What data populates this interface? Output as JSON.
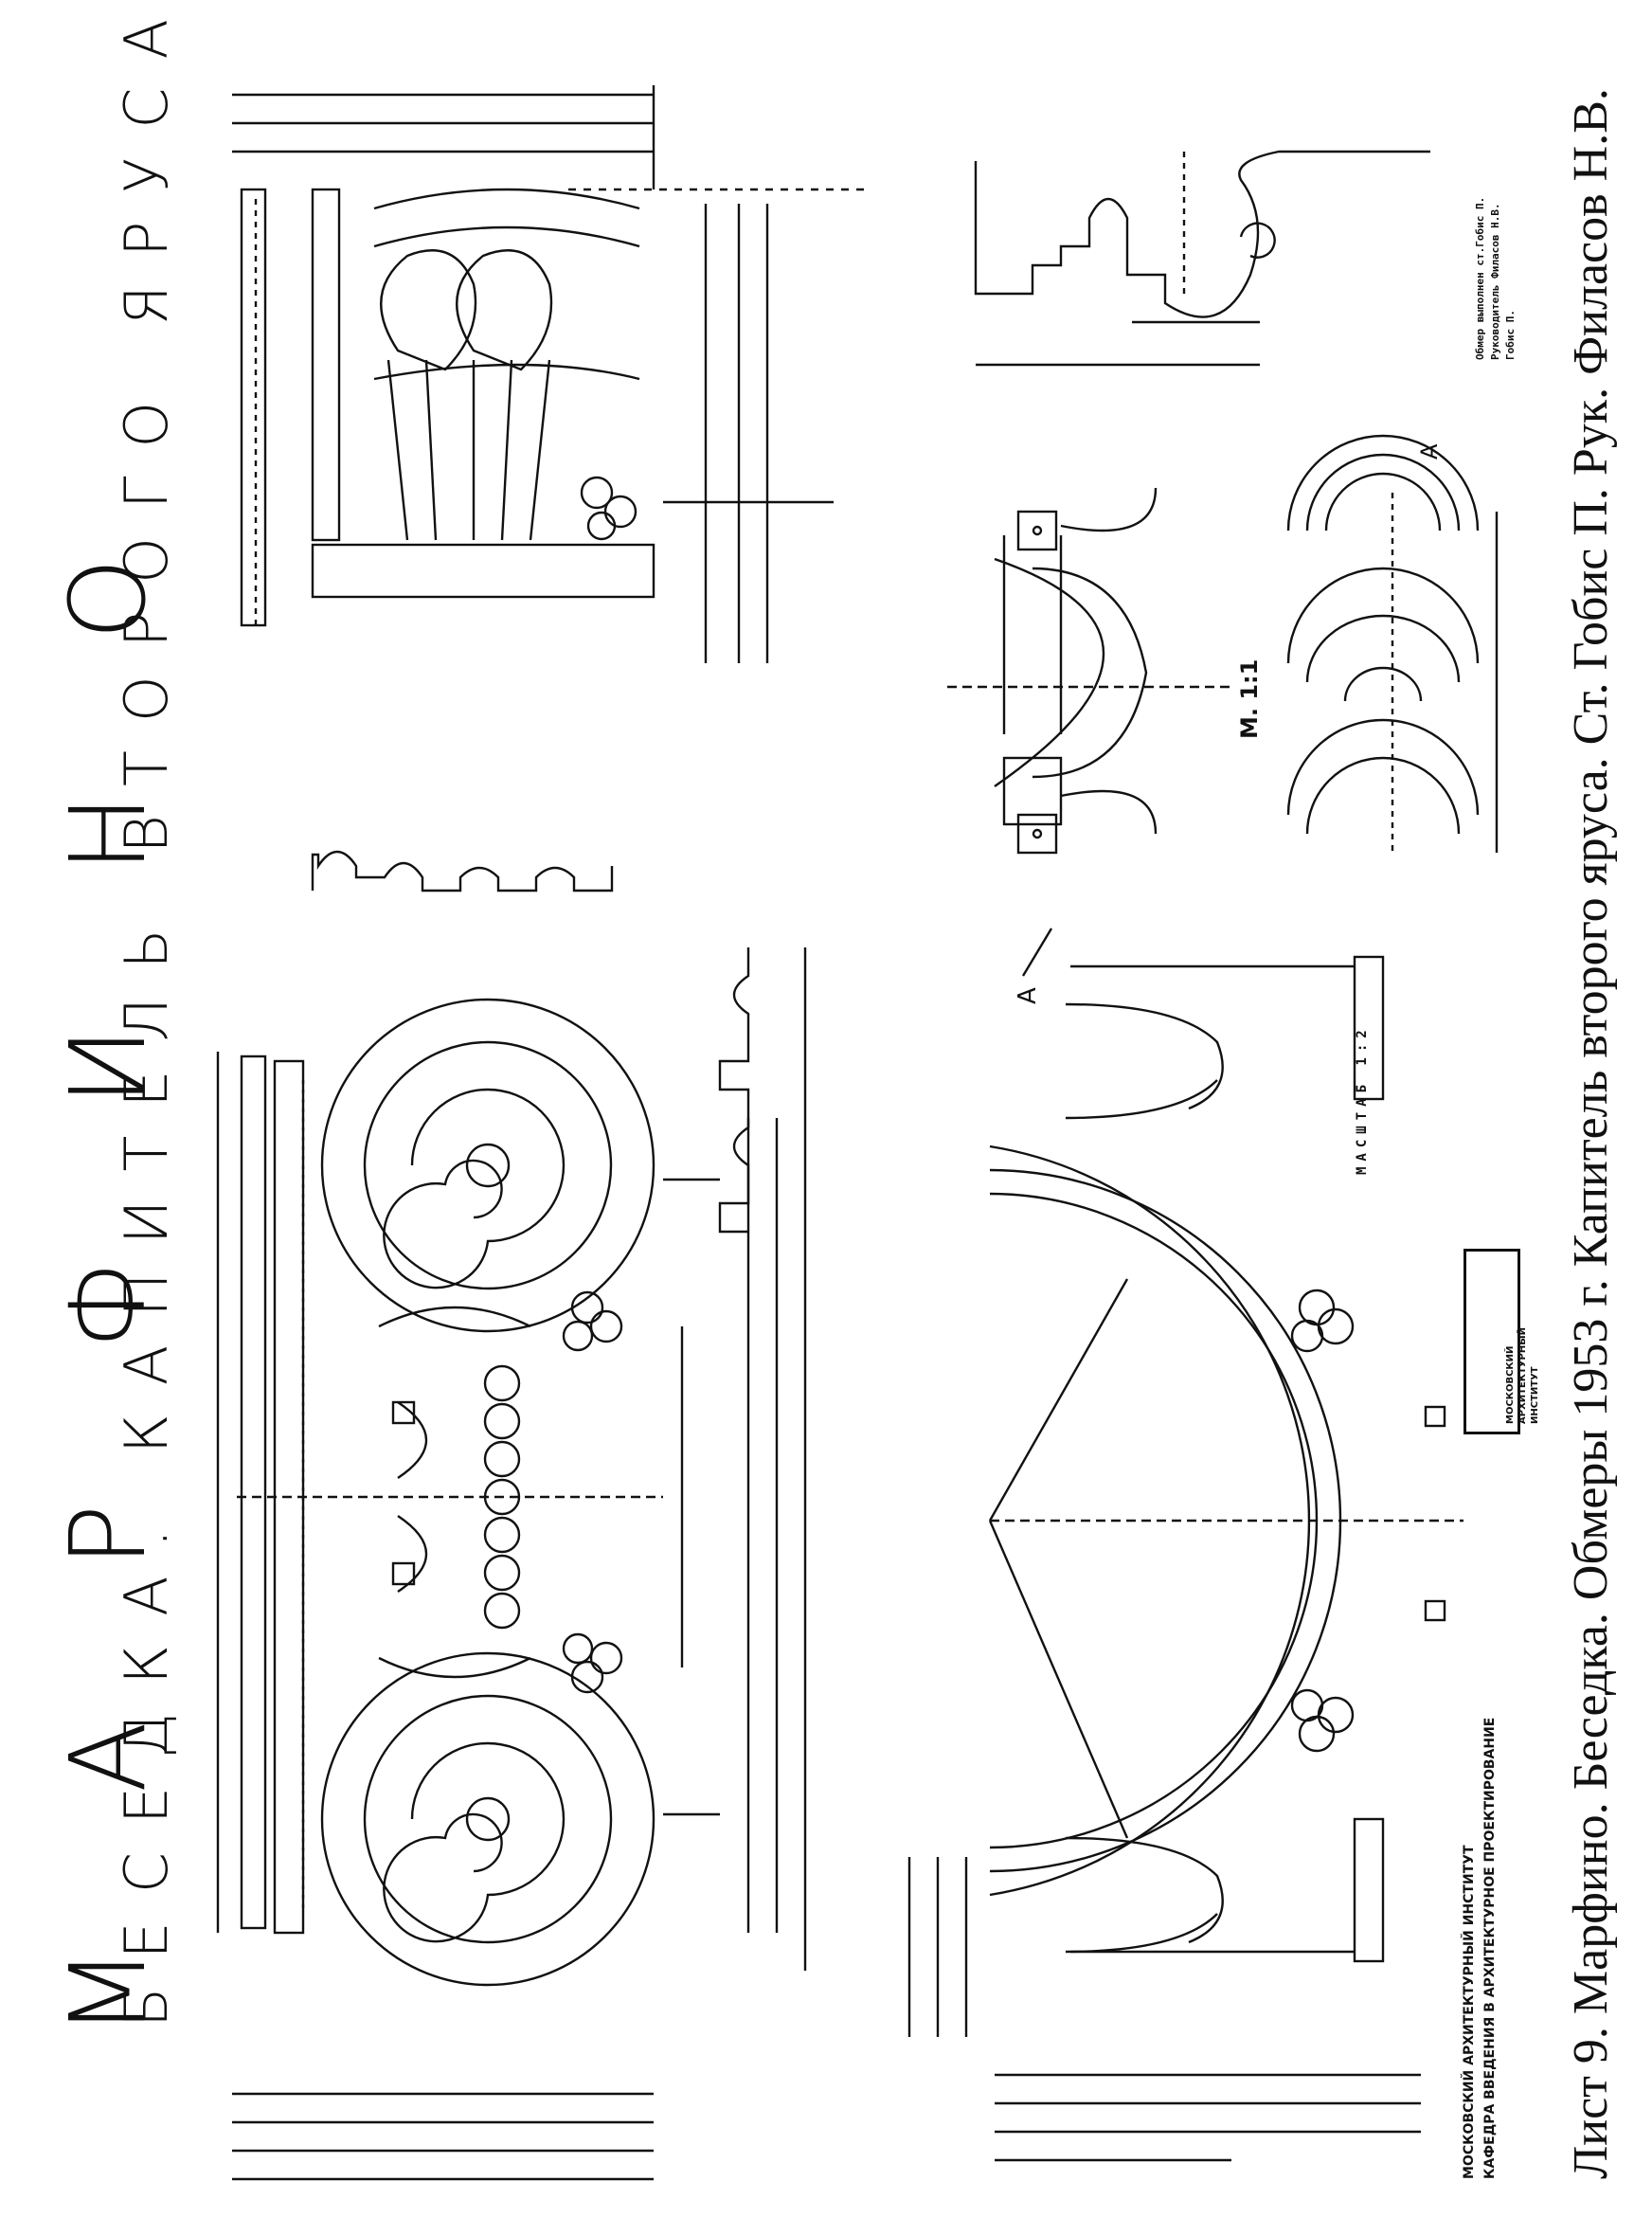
{
  "sheet": {
    "title": "М А Р Ф И Н О",
    "subtitle": "БЕСЕДКА. КАПИТЕЛЬ ВТОРОГО ЯРУСА",
    "caption": "Лист 9.   Марфино. Беседка. Обмеры 1953 г. Капитель второго яруса. Ст. Гобис П. Рук. Филасов Н.В.",
    "institute_line1": "МОСКОВСКИЙ  АРХИТЕКТУРНЫЙ  ИНСТИТУТ",
    "institute_line2": "КАФЕДРА ВВЕДЕНИЯ В АРХИТЕКТУРНОЕ ПРОЕКТИРОВАНИЕ",
    "stamp": "МОСКОВСКИЙ\nАРХИТЕКТУРНЫЙ\nИНСТИТУТ",
    "scale_label": "МАСШТАБ 1:2",
    "detail_scale": "М. 1:1",
    "section_marker": "А",
    "profile_notes": "Обмер выполнен ст.Гобис П.\nРуководитель Филасов Н.В.\nГобис П."
  },
  "colors": {
    "ink": "#111111",
    "paper": "#ffffff"
  }
}
